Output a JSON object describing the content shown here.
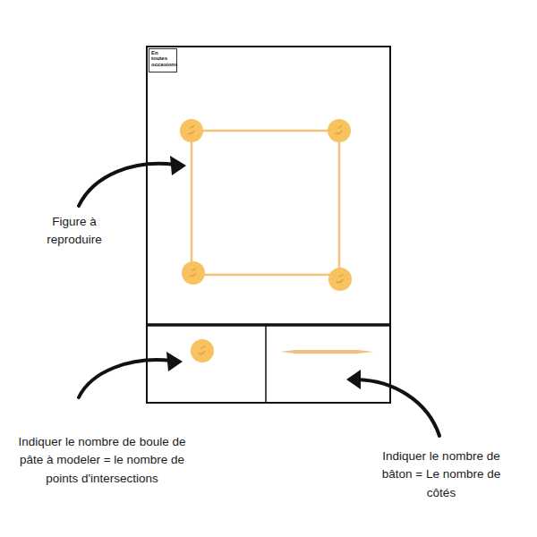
{
  "diagram": {
    "nodes": [
      {
        "text": [
          "En toutes occasions"
        ]
      }
    ],
    "labels": [
      "Figure à reproduire",
      "Indiquer le nombre de boule de pâte à modeler = le nombre de points d'intersections",
      "Indiquer le nombre de bâton = Le nombre de côtés"
    ]
  }
}
